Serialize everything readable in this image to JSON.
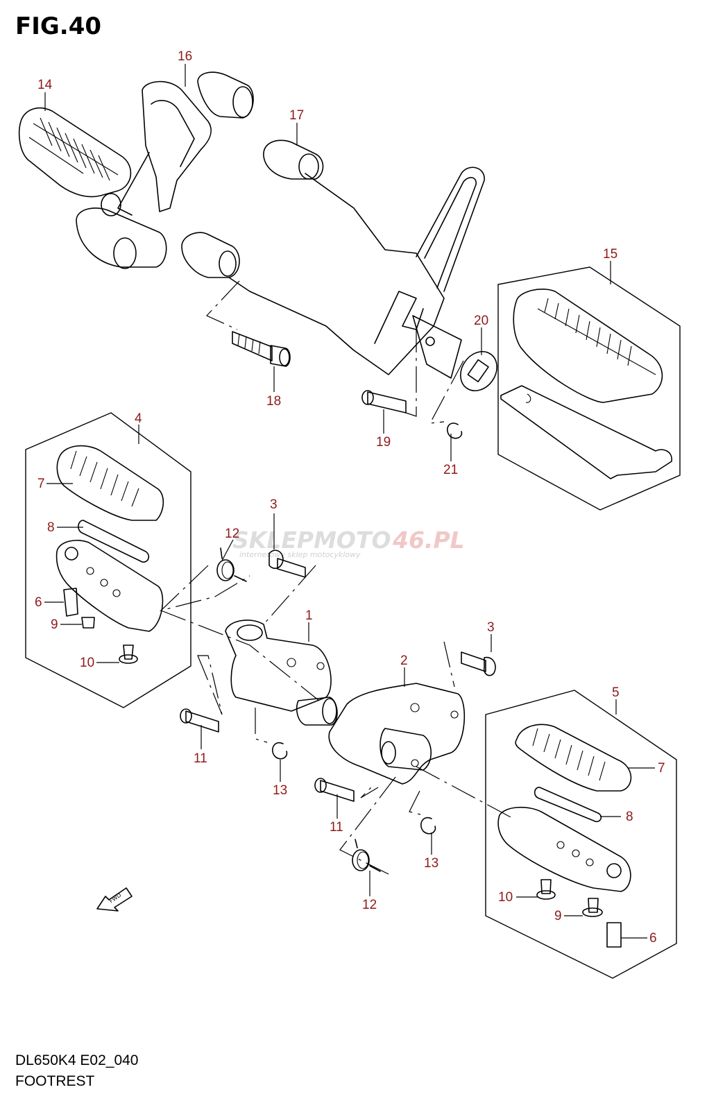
{
  "figure": {
    "title": "FIG.40"
  },
  "footer": {
    "model_code": "DL650K4 E02_040",
    "section_name": "FOOTREST"
  },
  "watermark": {
    "brand_prefix": "SKLEPMOTO",
    "brand_suffix": "46.PL",
    "tagline": "internetowy sklep motocyklowy"
  },
  "orientation_arrow": {
    "label": "FWD"
  },
  "colors": {
    "callout": "#8e1a1a",
    "line": "#000000",
    "watermark_gray": "#dddddd",
    "watermark_red": "#f0c8c8"
  },
  "callouts": {
    "c1": "1",
    "c2": "2",
    "c3a": "3",
    "c3b": "3",
    "c4": "4",
    "c5": "5",
    "c6a": "6",
    "c6b": "6",
    "c7a": "7",
    "c7b": "7",
    "c8a": "8",
    "c8b": "8",
    "c9a": "9",
    "c9b": "9",
    "c10a": "10",
    "c10b": "10",
    "c11a": "11",
    "c11b": "11",
    "c12a": "12",
    "c12b": "12",
    "c13a": "13",
    "c13b": "13",
    "c14": "14",
    "c15": "15",
    "c16": "16",
    "c17": "17",
    "c18": "18",
    "c19": "19",
    "c20": "20",
    "c21": "21"
  }
}
